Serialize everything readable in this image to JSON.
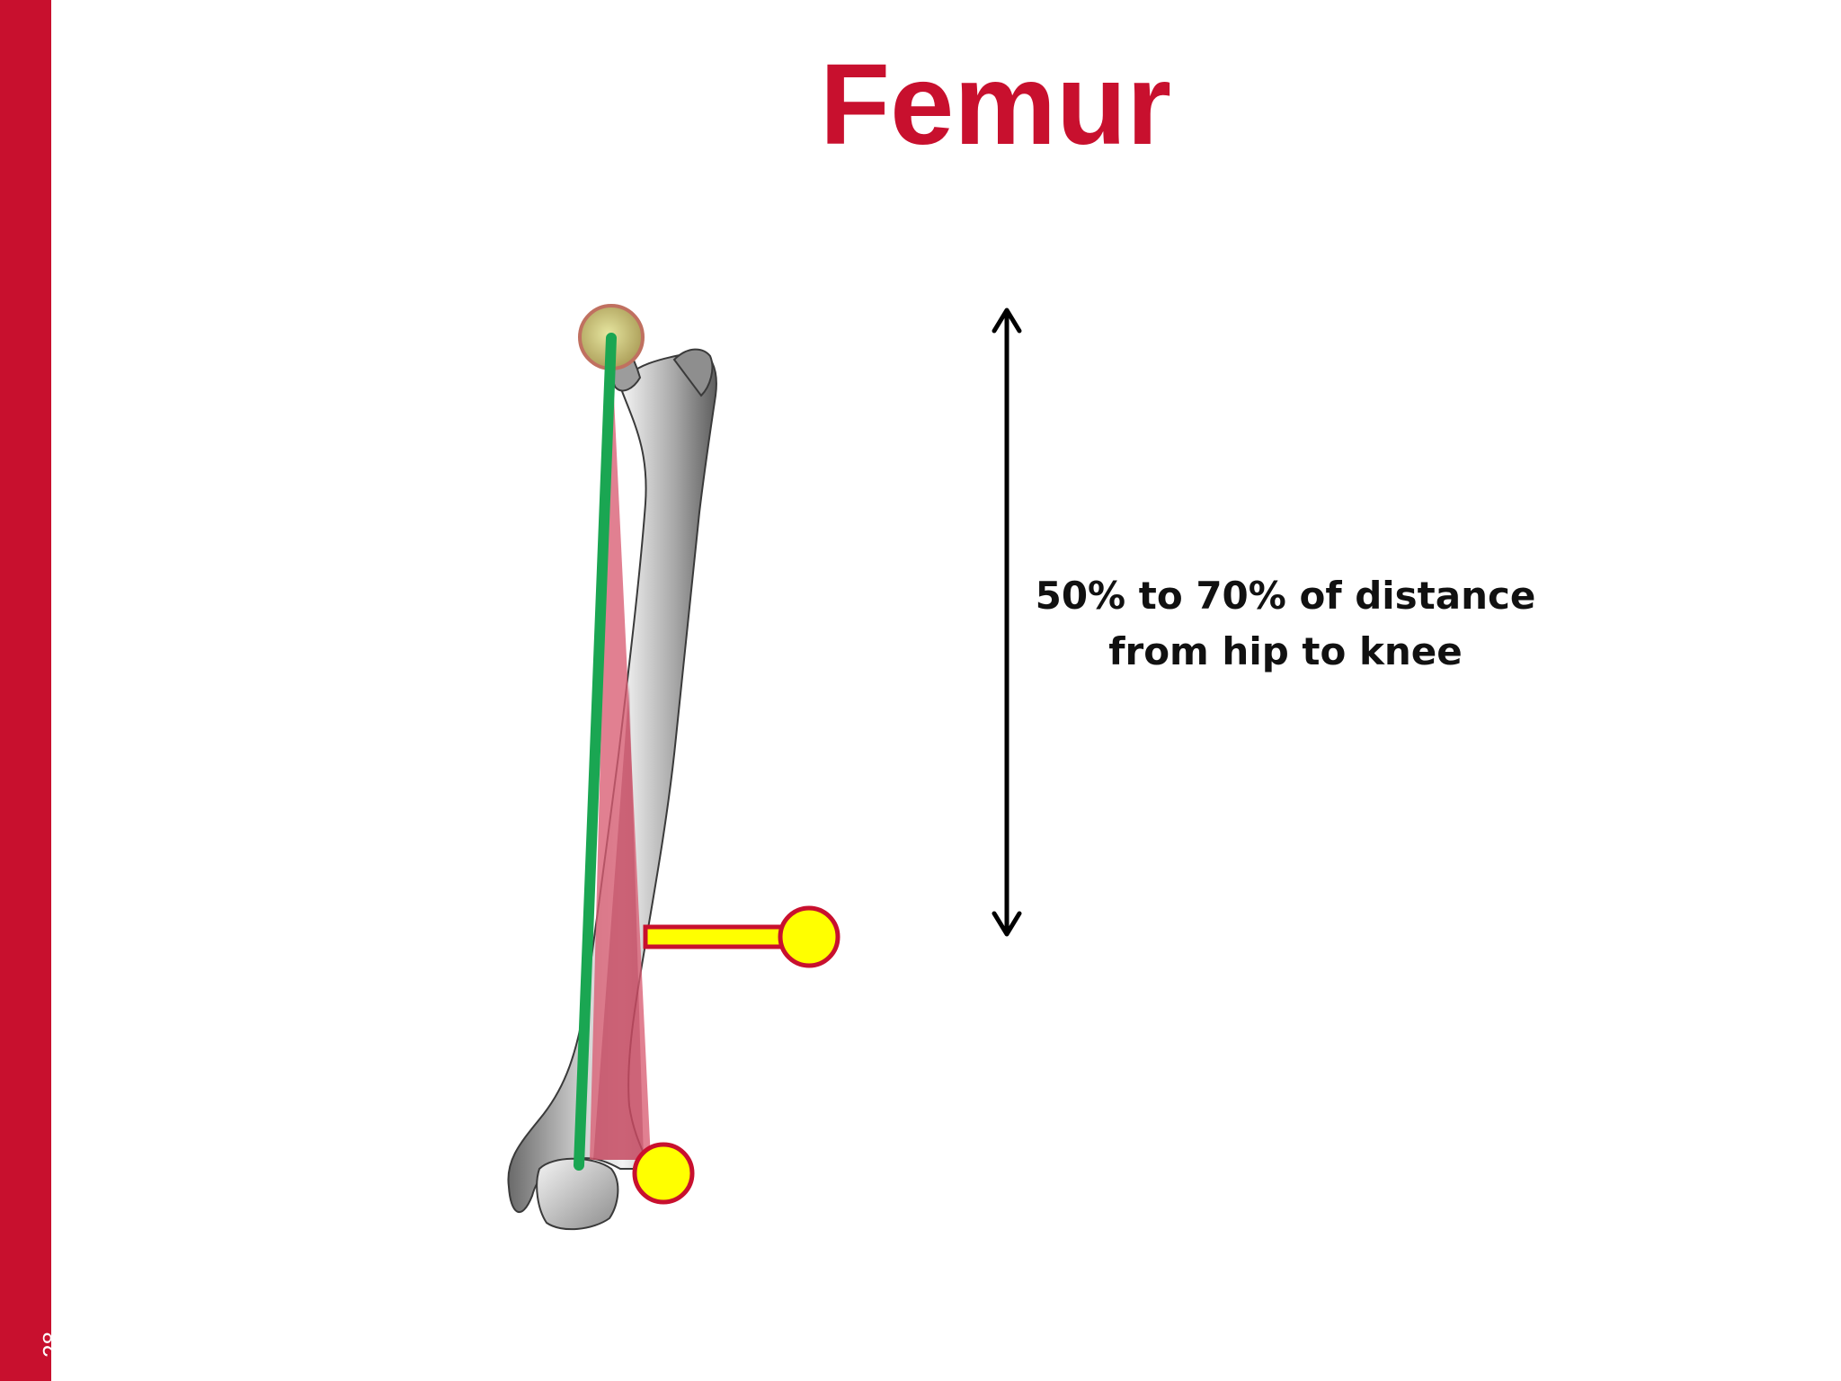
{
  "slide": {
    "number": "28",
    "title": "Femur"
  },
  "annotation": {
    "line1": "50% to 70% of distance",
    "line2": "from hip to knee"
  },
  "colors": {
    "brand_red": "#c8102e",
    "axis_line": "#1aa652",
    "muscle": "#d95c72",
    "marker_fill": "#ffff00",
    "marker_stroke": "#c8102e",
    "bone": "#9a9a9a",
    "arrow": "#000000"
  },
  "figure": {
    "bone": "femur",
    "icons": [
      "hip-joint-center-marker",
      "femur-axis-line",
      "muscle-wedge",
      "thigh-marker-wand",
      "knee-marker",
      "double-arrow-icon"
    ]
  }
}
